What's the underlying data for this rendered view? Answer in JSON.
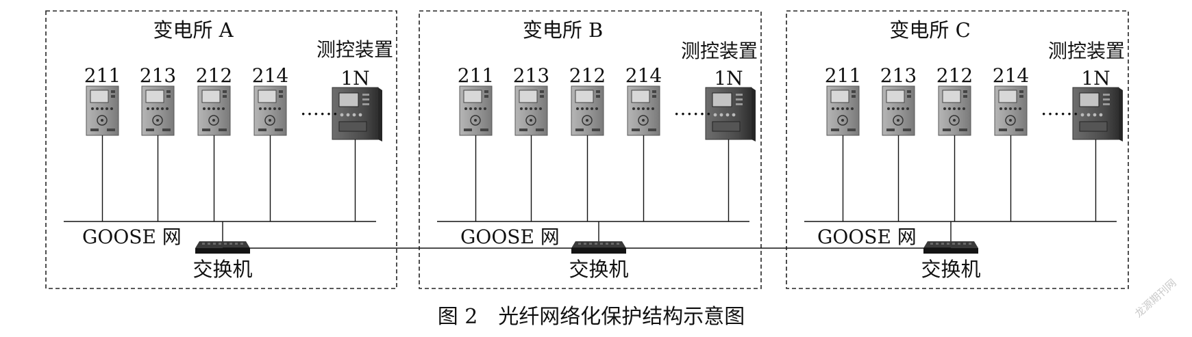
{
  "colors": {
    "line": "#111111",
    "dash": "#222222",
    "device_body": "#8d8d8d",
    "device_dark": "#3a3a3a",
    "switch": "#1a1a1a"
  },
  "substations": [
    {
      "title": "变电所 A",
      "measure_label": "测控装置",
      "measure_id": "1N",
      "relays": [
        "211",
        "213",
        "212",
        "214"
      ],
      "ellipsis": "……",
      "network_label": "GOOSE 网",
      "switch_label": "交换机"
    },
    {
      "title": "变电所 B",
      "measure_label": "测控装置",
      "measure_id": "1N",
      "relays": [
        "211",
        "213",
        "212",
        "214"
      ],
      "ellipsis": "……",
      "network_label": "GOOSE 网",
      "switch_label": "交换机"
    },
    {
      "title": "变电所 C",
      "measure_label": "测控装置",
      "measure_id": "1N",
      "relays": [
        "211",
        "213",
        "212",
        "214"
      ],
      "ellipsis": "……",
      "network_label": "GOOSE 网",
      "switch_label": "交换机"
    }
  ],
  "caption": "图 2　光纤网络化保护结构示意图",
  "watermark": "龙源期刊网",
  "icons": {
    "relay": "protection-relay-icon",
    "measure": "measurement-device-icon",
    "switch": "network-switch-icon"
  }
}
